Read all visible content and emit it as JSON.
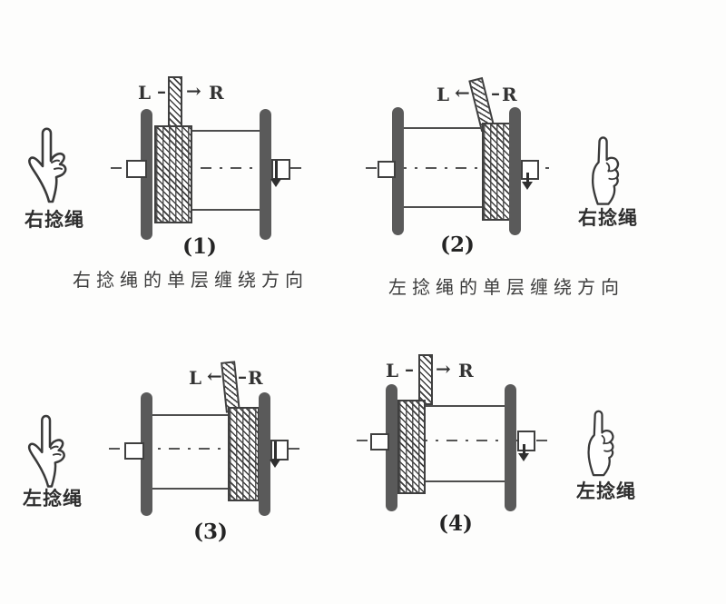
{
  "colors": {
    "ink": "#3a3a3a",
    "flange": "#5a5a5a",
    "hatch": "#3f3f3f"
  },
  "diagrams": [
    {
      "number": "(1)",
      "dir_l": "L",
      "dir_seg1": "–",
      "dir_seg2": "→",
      "dir_r": "R",
      "caption": "右捻绳的单层缠绕方向"
    },
    {
      "number": "(2)",
      "dir_l": "L",
      "dir_seg1": "←",
      "dir_seg2": "–",
      "dir_r": "R",
      "caption": "左捻绳的单层缠绕方向"
    },
    {
      "number": "(3)",
      "dir_l": "L",
      "dir_seg1": "←",
      "dir_seg2": "–",
      "dir_r": "R"
    },
    {
      "number": "(4)",
      "dir_l": "L",
      "dir_seg1": "–",
      "dir_seg2": "→",
      "dir_r": "R"
    }
  ],
  "hands": [
    {
      "label": "右捻绳"
    },
    {
      "label": "右捻绳"
    },
    {
      "label": "左捻绳"
    },
    {
      "label": "左捻绳"
    }
  ]
}
